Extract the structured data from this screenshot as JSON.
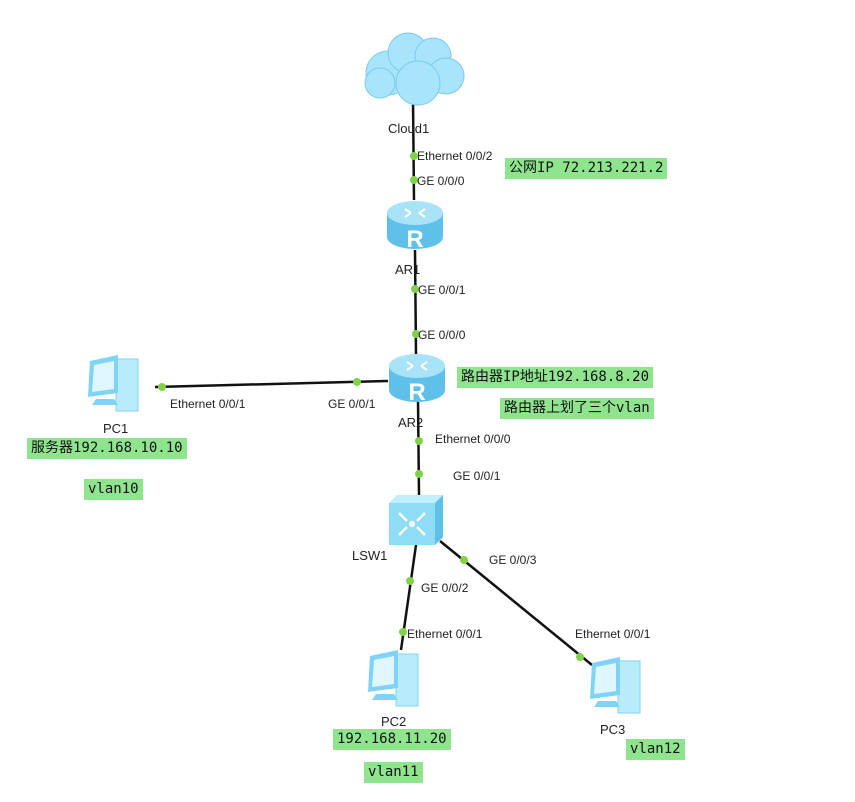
{
  "devices": {
    "cloud1": "Cloud1",
    "ar1": "AR1",
    "ar2": "AR2",
    "lsw1": "LSW1",
    "pc1": "PC1",
    "pc2": "PC2",
    "pc3": "PC3"
  },
  "ports": {
    "cloud1_eth": "Ethernet 0/0/2",
    "ar1_ge000": "GE 0/0/0",
    "ar1_ge001": "GE 0/0/1",
    "ar2_ge000": "GE 0/0/0",
    "ar2_ge001": "GE 0/0/1",
    "pc1_eth": "Ethernet 0/0/1",
    "ar2_eth000": "Ethernet 0/0/0",
    "lsw1_ge001": "GE 0/0/1",
    "lsw1_ge002": "GE 0/0/2",
    "lsw1_ge003": "GE 0/0/3",
    "pc2_eth": "Ethernet 0/0/1",
    "pc3_eth": "Ethernet 0/0/1"
  },
  "notes": {
    "public_ip": "公网IP 72.213.221.2",
    "router_ip": "路由器IP地址192.168.8.20",
    "router_vlan": "路由器上划了三个vlan",
    "server_ip": "服务器192.168.10.10",
    "vlan10": "vlan10",
    "pc2_ip": "192.168.11.20",
    "vlan11": "vlan11",
    "vlan12": "vlan12"
  },
  "colors": {
    "port_dot": "#7ed348",
    "note_bg": "#8ee58e",
    "device": "#7fd3f7"
  }
}
